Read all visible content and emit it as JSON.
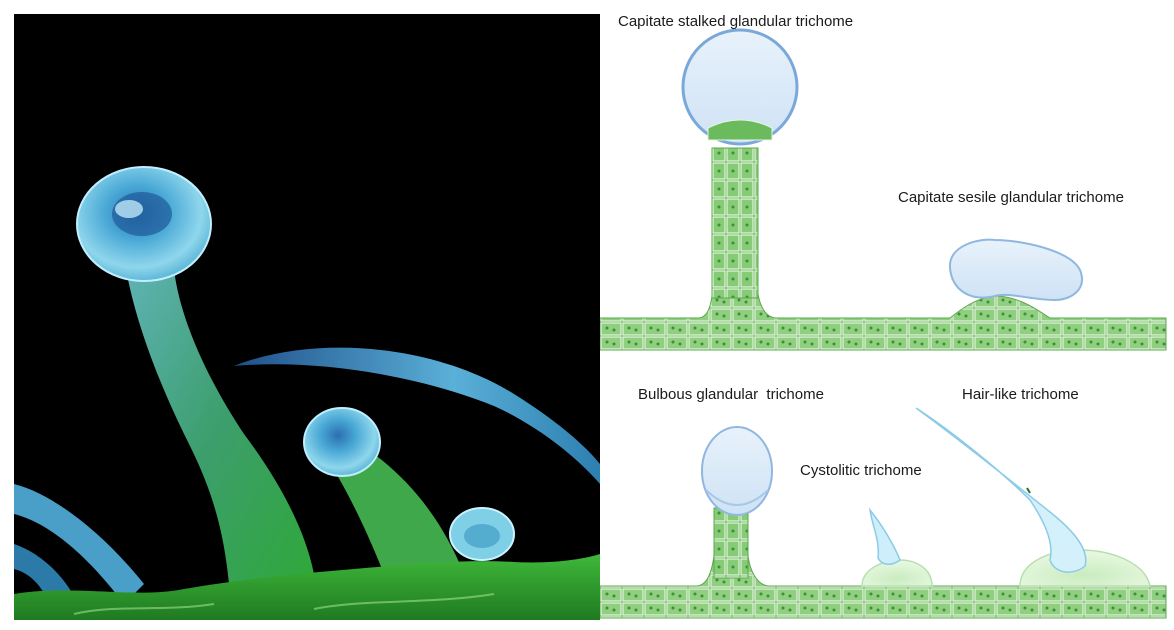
{
  "figure": {
    "labels": {
      "capitate_stalked": "Capitate stalked glandular trichome",
      "capitate_sessile": "Capitate sesile glandular trichome",
      "bulbous": "Bulbous glandular  trichome",
      "hair_like": "Hair-like trichome",
      "cystolitic": "Cystolitic trichome"
    },
    "colors": {
      "background_photo": "#000000",
      "tissue_green": "#7cc46a",
      "tissue_dark_green": "#3f9a3c",
      "cell_outline": "#e6f4e0",
      "gland_blue": "#d6e8f7",
      "gland_outline": "#7aa8d8",
      "hair_cyan": "#a9dcef"
    }
  }
}
